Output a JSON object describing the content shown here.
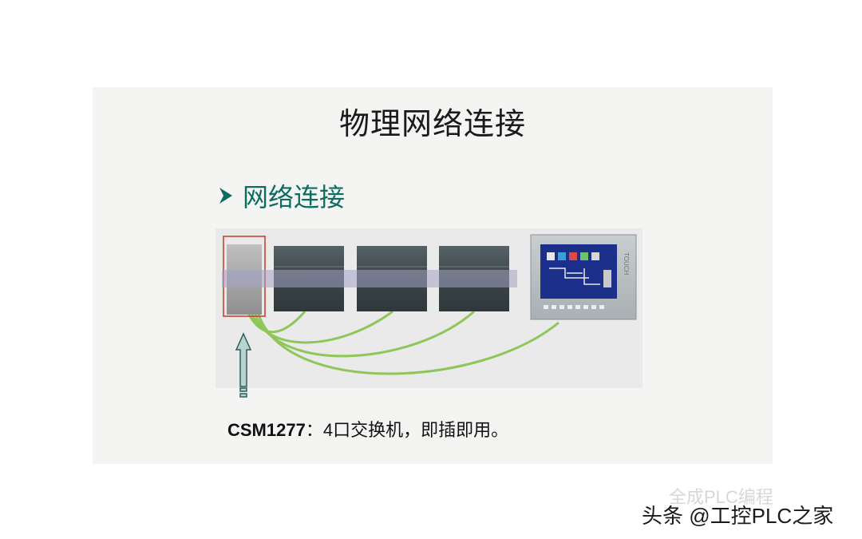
{
  "slide": {
    "title": "物理网络连接",
    "subtitle": "网络连接",
    "caption_model": "CSM1277",
    "caption_rest": "：4口交换机，即插即用。"
  },
  "hmi": {
    "vertical_label": "TOUCH"
  },
  "watermarks": {
    "faint": "全成PLC编程",
    "main": "头条 @工控PLC之家"
  },
  "colors": {
    "title": "#1a1a1a",
    "subtitle": "#0d6b62",
    "cable": "#8fc65a",
    "module": "#3e4a4d",
    "highlight_box": "#c0392b"
  }
}
